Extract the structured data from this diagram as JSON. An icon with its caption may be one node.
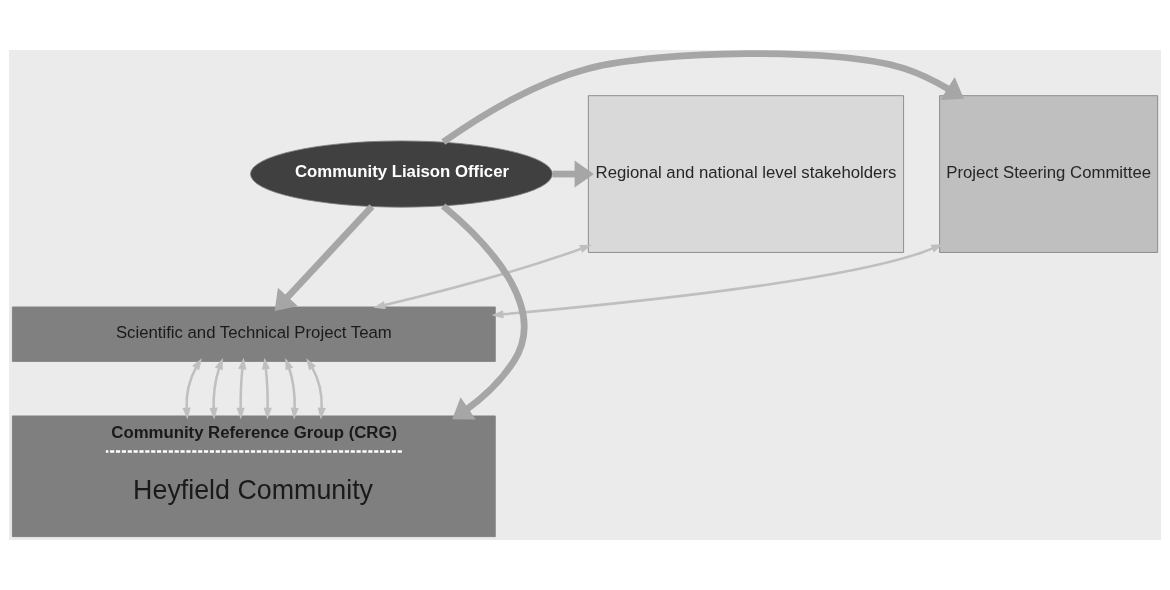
{
  "diagram": {
    "nodes": [
      {
        "text": [
          "Project Steering Committee"
        ]
      },
      {
        "text": [
          "Scientific and Technical Project Team"
        ]
      },
      {
        "text": [
          "Regional and national level stakeholders"
        ]
      },
      {
        "text": [
          "Community Liaison Officer"
        ]
      },
      {
        "text": [
          "Community Reference Group (CRG)",
          "Heyfield Community"
        ]
      }
    ],
    "edges": [
      {
        "from": 0,
        "to": 1,
        "arrow": "both"
      },
      {
        "from": 1,
        "to": 2,
        "arrow": "both"
      },
      {
        "from": 3,
        "to": 1,
        "arrow": "to",
        "style": "thick"
      },
      {
        "from": 3,
        "to": 0,
        "arrow": "to",
        "style": "thick"
      },
      {
        "from": 3,
        "to": 2,
        "arrow": "to",
        "style": "thick"
      },
      {
        "from": 3,
        "to": 4,
        "arrow": "to",
        "style": "thick"
      },
      {
        "from": 1,
        "to": 4,
        "arrow": "both"
      },
      {
        "from": 1,
        "to": 4,
        "arrow": "both"
      },
      {
        "from": 1,
        "to": 4,
        "arrow": "both"
      },
      {
        "from": 1,
        "to": 4,
        "arrow": "both"
      },
      {
        "from": 1,
        "to": 4,
        "arrow": "both"
      },
      {
        "from": 1,
        "to": 4,
        "arrow": "both"
      }
    ]
  }
}
